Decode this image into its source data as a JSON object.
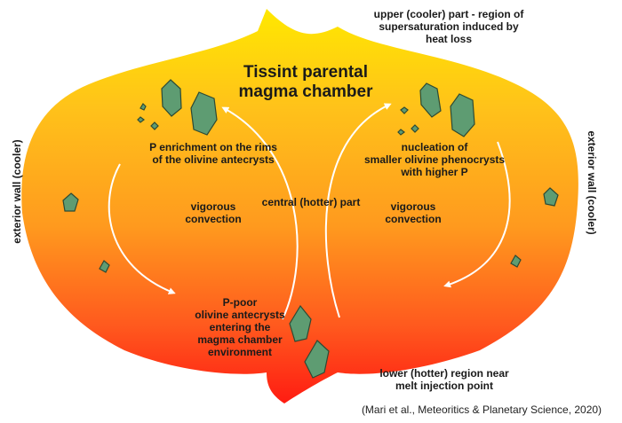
{
  "title": {
    "line1": "Tissint parental",
    "line2": "magma chamber"
  },
  "upper_label": {
    "line1": "upper (cooler) part - region of",
    "line2": "supersaturation induced by",
    "line3": "heat loss"
  },
  "lower_label": {
    "line1": "lower (hotter) region near",
    "line2": "melt injection point"
  },
  "left_wall": "exterior wall (cooler)",
  "right_wall": "exterior wall (cooler)",
  "p_enrichment": {
    "line1": "P enrichment on the rims",
    "line2": "of the olivine antecrysts"
  },
  "nucleation": {
    "line1": "nucleation of",
    "line2": "smaller olivine phenocrysts",
    "line3": "with higher P"
  },
  "convection_left": {
    "line1": "vigorous",
    "line2": "convection"
  },
  "convection_right": {
    "line1": "vigorous",
    "line2": "convection"
  },
  "central": "central (hotter) part",
  "p_poor": {
    "line1": "P-poor",
    "line2": "olivine antecrysts",
    "line3": "entering the",
    "line4": "magma chamber",
    "line5": "environment"
  },
  "citation": "(Mari et al., Meteoritics & Planetary Science, 2020)",
  "colors": {
    "top": "#ffe800",
    "upper": "#ffc21a",
    "middle": "#ff9a1e",
    "lower": "#ff5a1e",
    "bottom": "#ff1c12",
    "crystal_fill": "#5e9c72",
    "crystal_stroke": "#2d4a34"
  }
}
